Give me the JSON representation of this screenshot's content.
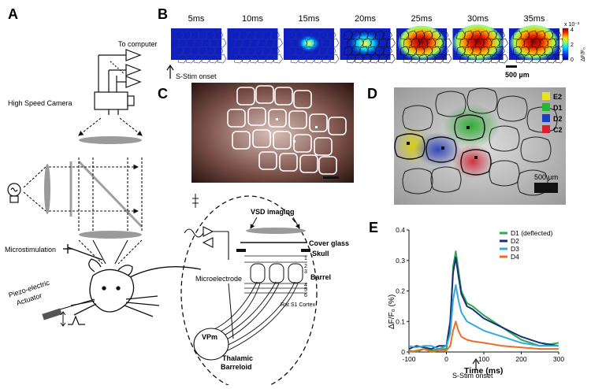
{
  "panels": {
    "a": "A",
    "b": "B",
    "c": "C",
    "d": "D",
    "e": "E"
  },
  "panel_a": {
    "to_computer": "To computer",
    "camera": "High Speed Camera",
    "microstimulation": "Microstimulation",
    "piezo_line1": "Piezo-electric",
    "piezo_line2": "Actuator"
  },
  "panel_b": {
    "frame_times": [
      "5ms",
      "10ms",
      "15ms",
      "20ms",
      "25ms",
      "30ms",
      "35ms"
    ],
    "stim_onset": "S-Stim onset",
    "scalebar": "500 µm",
    "colorbar_exponent": "x 10⁻³",
    "colorbar_ticks": [
      "4",
      "2",
      "0"
    ],
    "colorbar_label": "ΔF/F₀"
  },
  "panel_c": {
    "microelectrode": "Microelectrode",
    "vsd_imaging": "VSD imaging",
    "cover_glass": "Cover glass",
    "skull": "Skull",
    "barrel": "Barrel",
    "cortex": "Rat S1 Cortex",
    "layers": [
      "1",
      "2",
      "3",
      "4",
      "5",
      "6"
    ],
    "vpm": "VPm",
    "thalamic_line1": "Thalamic",
    "thalamic_line2": "Barreloid"
  },
  "panel_d": {
    "legend": [
      {
        "label": "E2",
        "color": "#e8e020"
      },
      {
        "label": "D1",
        "color": "#22b830"
      },
      {
        "label": "D2",
        "color": "#1a40c8"
      },
      {
        "label": "C2",
        "color": "#d82030"
      }
    ],
    "scalebar": "500 µm"
  },
  "chart_data": {
    "type": "line",
    "xlabel": "Time (ms)",
    "ylabel": "ΔF/F₀ (%)",
    "xlim": [
      -100,
      300
    ],
    "ylim": [
      0,
      0.4
    ],
    "xticks": [
      -100,
      0,
      100,
      200,
      300
    ],
    "yticks": [
      0,
      0.1,
      0.2,
      0.3,
      0.4
    ],
    "legend_position": "top-right",
    "annotation": "S-Stim onset",
    "x": [
      -100,
      -80,
      -60,
      -40,
      -20,
      0,
      10,
      18,
      25,
      32,
      40,
      55,
      70,
      100,
      150,
      200,
      250,
      300
    ],
    "series": [
      {
        "name": "D1 (deflected)",
        "color": "#2fa84f",
        "values": [
          0.005,
          0.0,
          0.01,
          0.005,
          0.01,
          0.01,
          0.08,
          0.28,
          0.33,
          0.27,
          0.2,
          0.16,
          0.15,
          0.12,
          0.08,
          0.04,
          0.02,
          0.03
        ]
      },
      {
        "name": "D2",
        "color": "#1a2f78",
        "values": [
          0.01,
          0.02,
          0.015,
          0.01,
          0.02,
          0.02,
          0.1,
          0.26,
          0.31,
          0.25,
          0.19,
          0.15,
          0.14,
          0.11,
          0.08,
          0.05,
          0.03,
          0.02
        ]
      },
      {
        "name": "D3",
        "color": "#35a9dd",
        "values": [
          0.02,
          0.015,
          0.02,
          0.02,
          0.01,
          0.02,
          0.06,
          0.17,
          0.22,
          0.17,
          0.13,
          0.1,
          0.09,
          0.07,
          0.05,
          0.03,
          0.02,
          0.02
        ]
      },
      {
        "name": "D4",
        "color": "#f06d1f",
        "values": [
          0.0,
          0.005,
          0.01,
          0.0,
          0.005,
          0.005,
          0.02,
          0.07,
          0.1,
          0.07,
          0.05,
          0.04,
          0.035,
          0.03,
          0.02,
          0.015,
          0.01,
          0.01
        ]
      }
    ]
  }
}
